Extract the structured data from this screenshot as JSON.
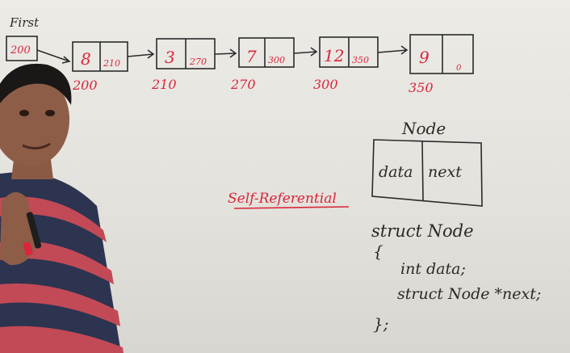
{
  "board": {
    "first_label": "First",
    "first_value": "200",
    "nodes": [
      {
        "data": "8",
        "next": "210",
        "address": "200"
      },
      {
        "data": "3",
        "next": "270",
        "address": "210"
      },
      {
        "data": "7",
        "next": "300",
        "address": "270"
      },
      {
        "data": "12",
        "next": "350",
        "address": "300"
      },
      {
        "data": "9",
        "next": "0",
        "address": "350"
      }
    ],
    "node_title": "Node",
    "field_data": "data",
    "field_next": "next",
    "self_ref_label": "Self-Referential",
    "code": [
      "struct Node",
      "{",
      "int data;",
      "struct Node *next;",
      "};"
    ]
  },
  "colors": {
    "ink_black": "#2a2a2a",
    "ink_red": "#d9263b",
    "board": "#ecebe6"
  }
}
